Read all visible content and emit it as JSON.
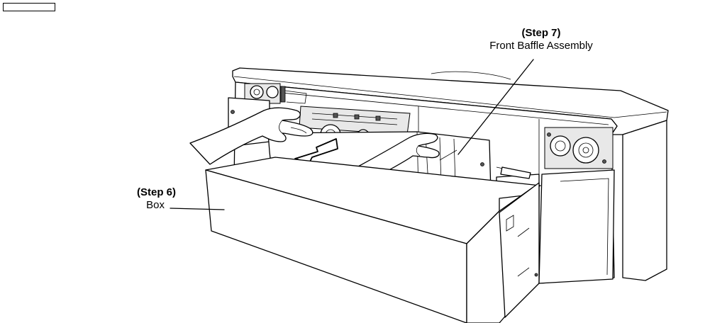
{
  "callouts": {
    "step7": {
      "step": "(Step 7)",
      "label": "Front Baffle Assembly"
    },
    "step6": {
      "step": "(Step 6)",
      "label": "Box"
    }
  }
}
